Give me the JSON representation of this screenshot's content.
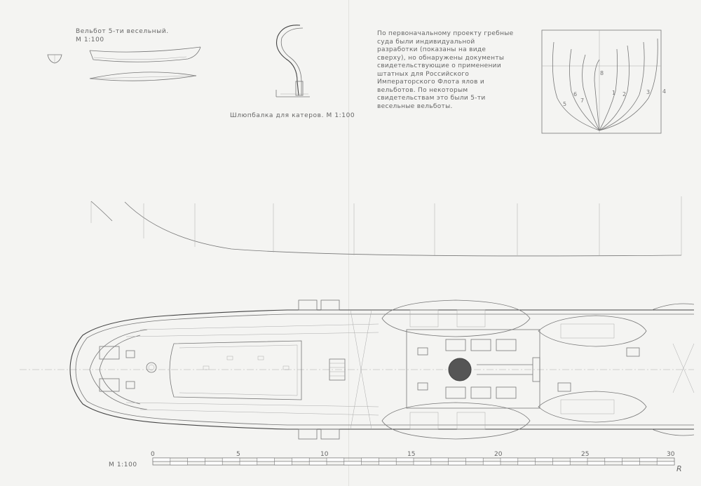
{
  "whaleboat": {
    "title": "Вельбот 5-ти весельный.",
    "scale": "М 1:100"
  },
  "davit": {
    "caption": "Шлюпбалка для катеров. М 1:100"
  },
  "note": {
    "lines": [
      "По первоначальному проекту гребные",
      "суда были индивидуальной",
      "разработки (показаны на виде",
      "сверху), но обнаружены документы",
      "свидетельствующие о применении",
      "штатных для Российского",
      "Императорского Флота ялов и",
      "вельботов. По некоторым",
      "свидетельствам это были 5-ти",
      "весельные вельботы."
    ]
  },
  "body_plan": {
    "station_numbers": [
      "1",
      "2",
      "3",
      "4",
      "5",
      "6",
      "7",
      "8"
    ]
  },
  "scale_bar": {
    "label": "М 1:100",
    "ticks": [
      "0",
      "5",
      "10",
      "15",
      "20",
      "25",
      "30"
    ],
    "corner_mark": "R"
  }
}
